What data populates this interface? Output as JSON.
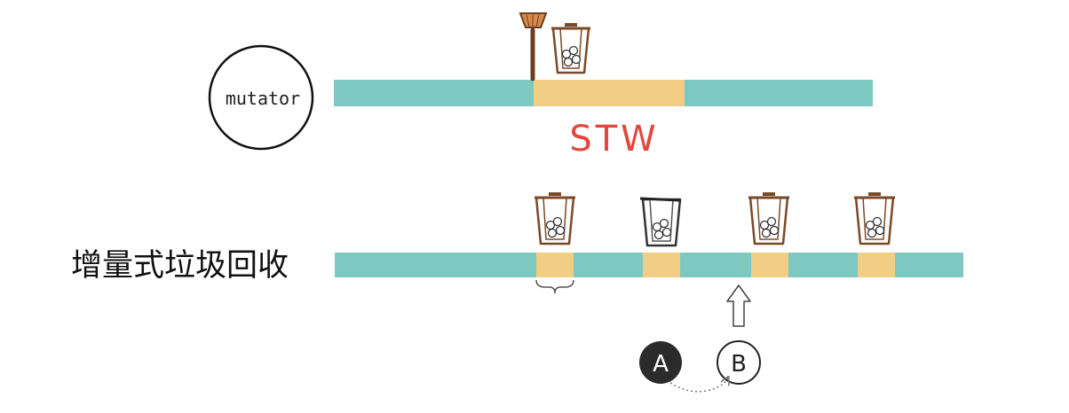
{
  "mutator_label": "mutator",
  "stw_label": "STW",
  "incremental_label": "增量式垃圾回收",
  "node_a_label": "A",
  "node_b_label": "B",
  "colors": {
    "mutator_segment": "#7dc9c2",
    "gc_segment": "#f2cd84",
    "stw_text": "#e0483e",
    "outline": "#333333",
    "bin_stroke": "#7a4a28",
    "broom_handle": "#6b3e1f",
    "broom_head": "#d9894a",
    "node_a_fill": "#2b2b2b"
  },
  "icons": [
    "broom-icon",
    "trash-bin-icon",
    "up-arrow-icon"
  ]
}
